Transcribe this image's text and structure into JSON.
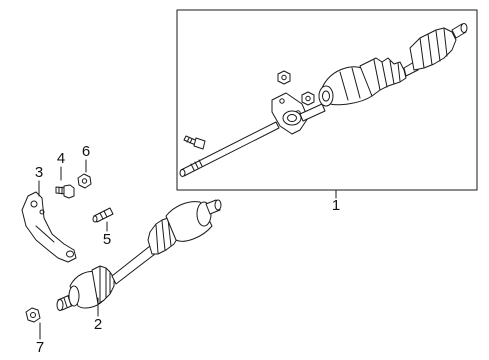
{
  "callouts": {
    "c1": "1",
    "c2": "2",
    "c3": "3",
    "c4": "4",
    "c5": "5",
    "c6": "6",
    "c7": "7"
  },
  "style": {
    "line_color": "#1a1a1a",
    "part_fill": "#ffffff",
    "part_shade": "#d9d9d9"
  }
}
